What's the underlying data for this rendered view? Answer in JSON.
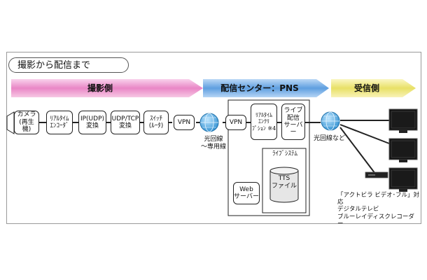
{
  "section_title": "撮影から配信まで",
  "zones": {
    "shooting": "撮影側",
    "center": "配信センター：PNS",
    "receiving": "受信側"
  },
  "chain": {
    "camera": "カメラ\n(再生機)",
    "encoder": "ﾘｱﾙﾀｲﾑ\nｴﾝｺｰﾀﾞ",
    "ip_convert": "IP(UDP)\n変換",
    "udp_tcp": "UDP/TCP\n変換",
    "switch": "ｽｲｯﾁ\n(ﾙｰﾀ)",
    "vpn_left": "VPN",
    "vpn_center": "VPN",
    "encrypt": "ﾘｱﾙﾀｲﾑ\nｴﾝｸﾘ\nﾌﾟｼｮﾝ ※4",
    "live_server": "ライブ\n配信\nサーバー"
  },
  "center_system": {
    "live_system": "ﾗｲﾌﾞｼｽﾃﾑ",
    "tts_file": "TTS\nファイル",
    "web_server": "Web\nサーバー"
  },
  "network_labels": {
    "left": "光回線\n～専用線",
    "right": "光回線など"
  },
  "receiver_caption": "「アクトビラ ビデオ･フル」対応\nデジタルテレビ\nブルーレイディスクレコーダー",
  "colors": {
    "shooting_arrow": "#e986c6",
    "center_arrow": "#5f9fe0",
    "receiving_arrow": "#e8e066",
    "globe": "#3fa0dc"
  }
}
